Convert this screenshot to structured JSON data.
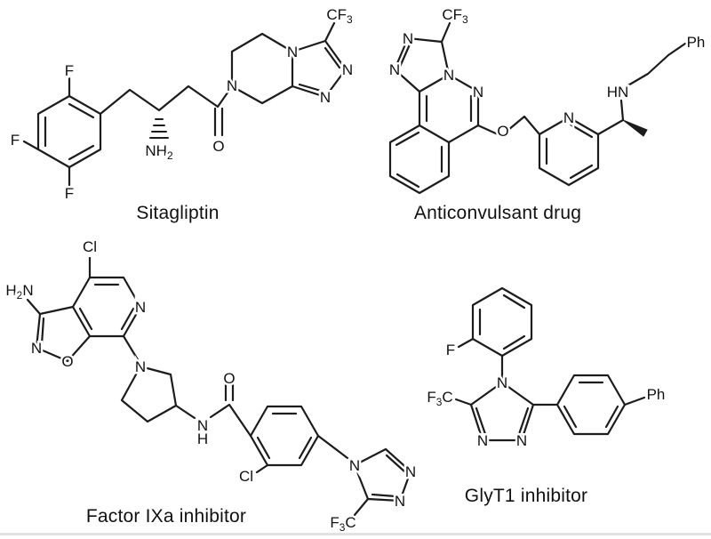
{
  "figure": {
    "colors": {
      "bond": "#1c1c1c",
      "text": "#111111",
      "background": "#ffffff"
    },
    "molecules": {
      "sitagliptin": {
        "caption": "Sitagliptin",
        "atoms": {
          "f_top": "F",
          "f_left": "F",
          "f_bottom": "F",
          "nh2_main": "NH",
          "nh2_sub": "2",
          "carbonyl_o": "O",
          "amide_n": "N",
          "bridgehead_n": "N",
          "triazole_n2": "N",
          "triazole_n1": "N",
          "cf3_main": "CF",
          "cf3_sub": "3"
        }
      },
      "anticonvulsant": {
        "caption": "Anticonvulsant drug",
        "atoms": {
          "cf3_main": "CF",
          "cf3_sub": "3",
          "triazole_n2": "N",
          "triazole_n1": "N",
          "bridgehead_n": "N",
          "pyridazine_n": "N",
          "ether_o": "O",
          "pyridine_n": "N",
          "amine_hn": "HN",
          "phenyl_ph": "Ph"
        }
      },
      "factor_ixa": {
        "caption": "Factor IXa inhibitor",
        "atoms": {
          "cl_top": "Cl",
          "h2n_pre": "H",
          "h2n_sub": "2",
          "h2n_post": "N",
          "pyridine_n": "N",
          "isoxazole_n": "N",
          "isoxazole_o": "O",
          "pyrrolidine_n": "N",
          "amide_n": "N",
          "amide_h": "H",
          "carbonyl_o": "O",
          "cl_ortho": "Cl",
          "triazole_n4": "N",
          "triazole_n2": "N",
          "triazole_n1": "N",
          "f3c_pre": "F",
          "f3c_sub": "3",
          "f3c_post": "C"
        }
      },
      "glyt1": {
        "caption": "GlyT1 inhibitor",
        "atoms": {
          "ortho_f": "F",
          "f3c_pre": "F",
          "f3c_sub": "3",
          "f3c_post": "C",
          "triazole_n4": "N",
          "triazole_n1": "N",
          "triazole_n2": "N",
          "biphenyl_ph": "Ph"
        }
      }
    }
  }
}
